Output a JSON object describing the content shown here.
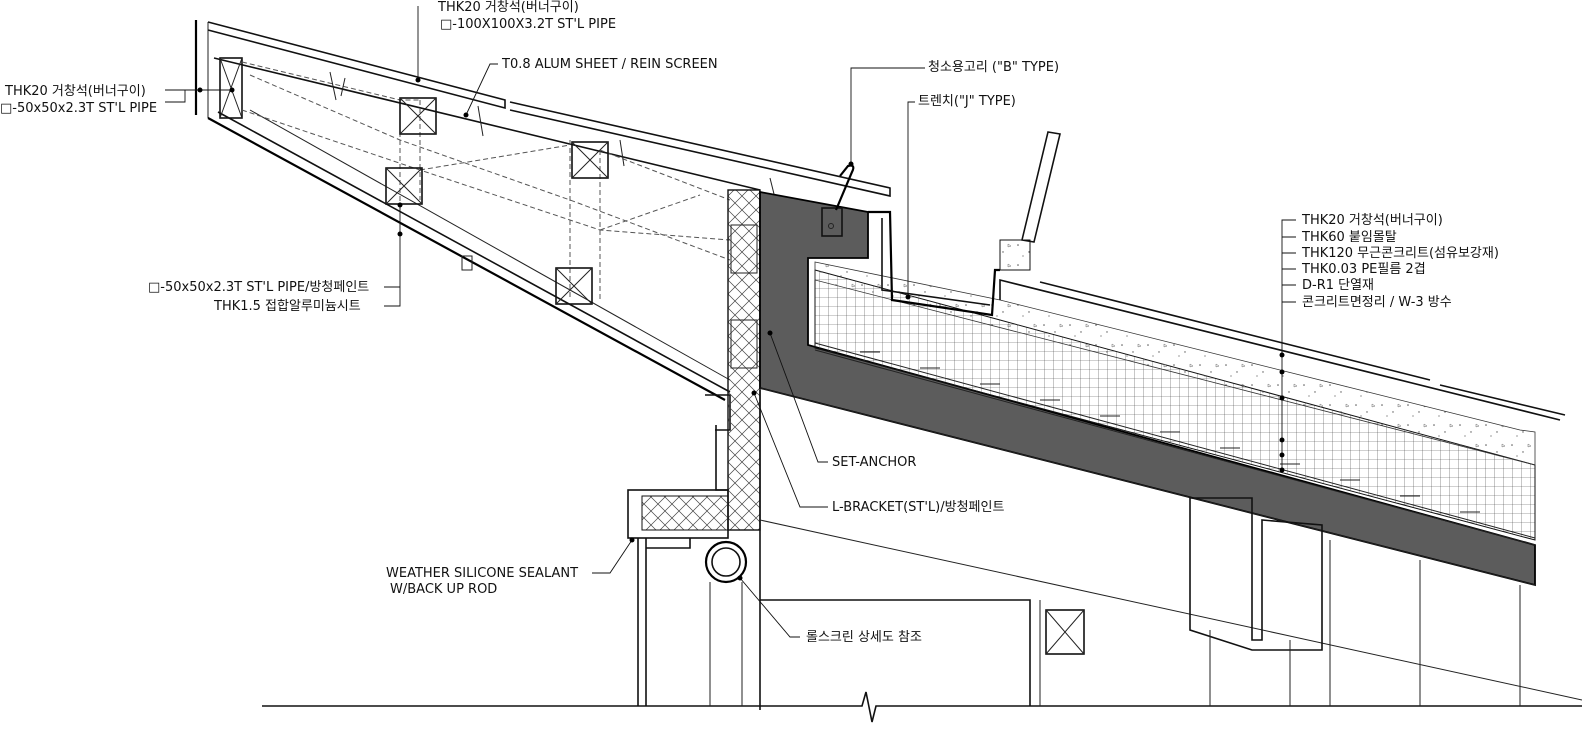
{
  "labels": {
    "thk20_top": "THK20 거창석(버너구이)",
    "pipe100": "□-100X100X3.2T ST'L PIPE",
    "alum_sheet": "T0.8 ALUM SHEET / REIN SCREEN",
    "thk20_left": "THK20 거창석(버너구이)",
    "pipe50_left": "□-50x50x2.3T ST'L PIPE",
    "cleaning_hook": "청소용고리 (\"B\" TYPE)",
    "trench": "트렌치(\"J\" TYPE)",
    "pipe50_paint": "□-50x50x2.3T ST'L PIPE/방청페인트",
    "thk15_alu": "THK1.5 접합알루미늄시트",
    "set_anchor": "SET-ANCHOR",
    "l_bracket": "L-BRACKET(ST'L)/방청페인트",
    "sealant_1": "WEATHER SILICONE SEALANT",
    "sealant_2": "W/BACK UP ROD",
    "roll_screen": "롤스크린 상세도 참조"
  },
  "roof_layers": [
    "THK20 거창석(버너구이)",
    "THK60 붙임몰탈",
    "THK120 무근콘크리트(섬유보강재)",
    "THK0.03 PE필름 2겹",
    "D-R1 단열재",
    "콘크리트면정리 / W-3 방수"
  ]
}
